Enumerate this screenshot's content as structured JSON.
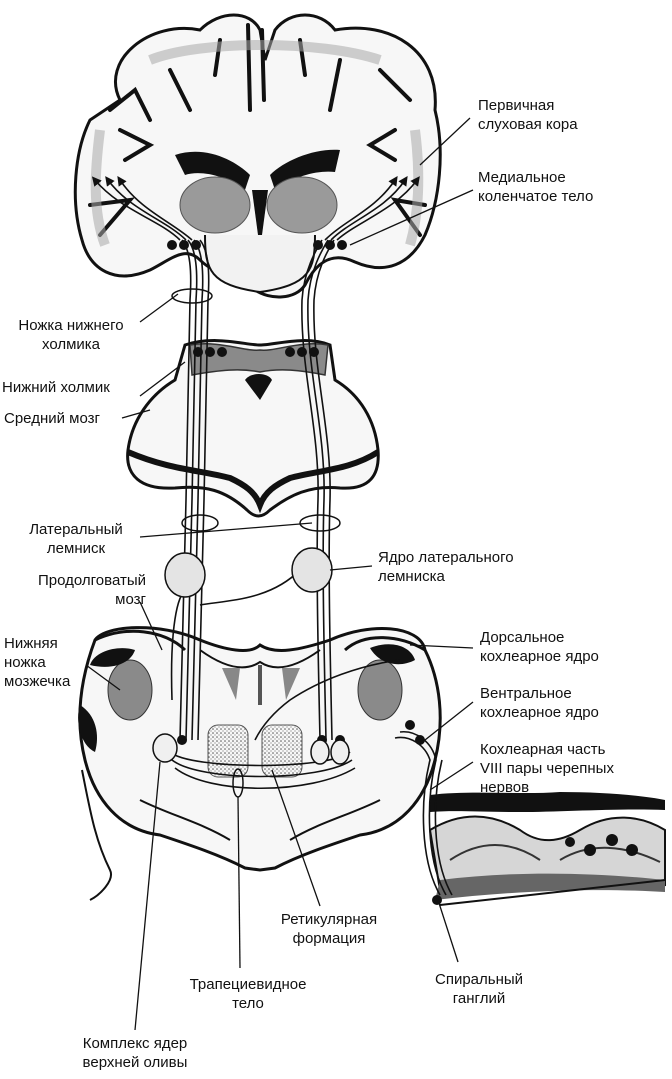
{
  "labels": {
    "primary_auditory_cortex": "Первичная\nслуховая кора",
    "medial_geniculate_body": "Медиальное\nколенчатое тело",
    "inferior_colliculus_brachium": "Ножка нижнего\nхолмика",
    "inferior_colliculus": "Нижний холмик",
    "midbrain": "Средний мозг",
    "lateral_lemniscus": "Латеральный\nлемниск",
    "lateral_lemniscus_nucleus": "Ядро латерального\nлемниска",
    "medulla": "Продолговатый\nмозг",
    "inferior_cerebellar_peduncle": "Нижняя\nножка\nмозжечка",
    "dorsal_cochlear_nucleus": "Дорсальное\nкохлеарное ядро",
    "ventral_cochlear_nucleus": "Вентральное\nкохлеарное ядро",
    "cochlear_nerve": "Кохлеарная часть\nVIII пары черепных\nнервов",
    "reticular_formation": "Ретикулярная\nформация",
    "trapezoid_body": "Трапециевидное\nтело",
    "spiral_ganglion": "Спиральный\nганглий",
    "superior_olive_complex": "Комплекс ядер\nверхней оливы"
  }
}
